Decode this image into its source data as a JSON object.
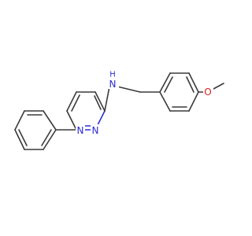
{
  "molecule": {
    "atoms": {
      "n1": {
        "symbol": "N",
        "color": "#2b2bd6"
      },
      "n2": {
        "symbol": "N",
        "color": "#2b2bd6"
      },
      "nh": {
        "symbol": "N",
        "h": "H",
        "color": "#2b2bd6"
      },
      "o1": {
        "symbol": "O",
        "color": "#e0201b"
      }
    },
    "bond_color": "#3a3a3a"
  }
}
